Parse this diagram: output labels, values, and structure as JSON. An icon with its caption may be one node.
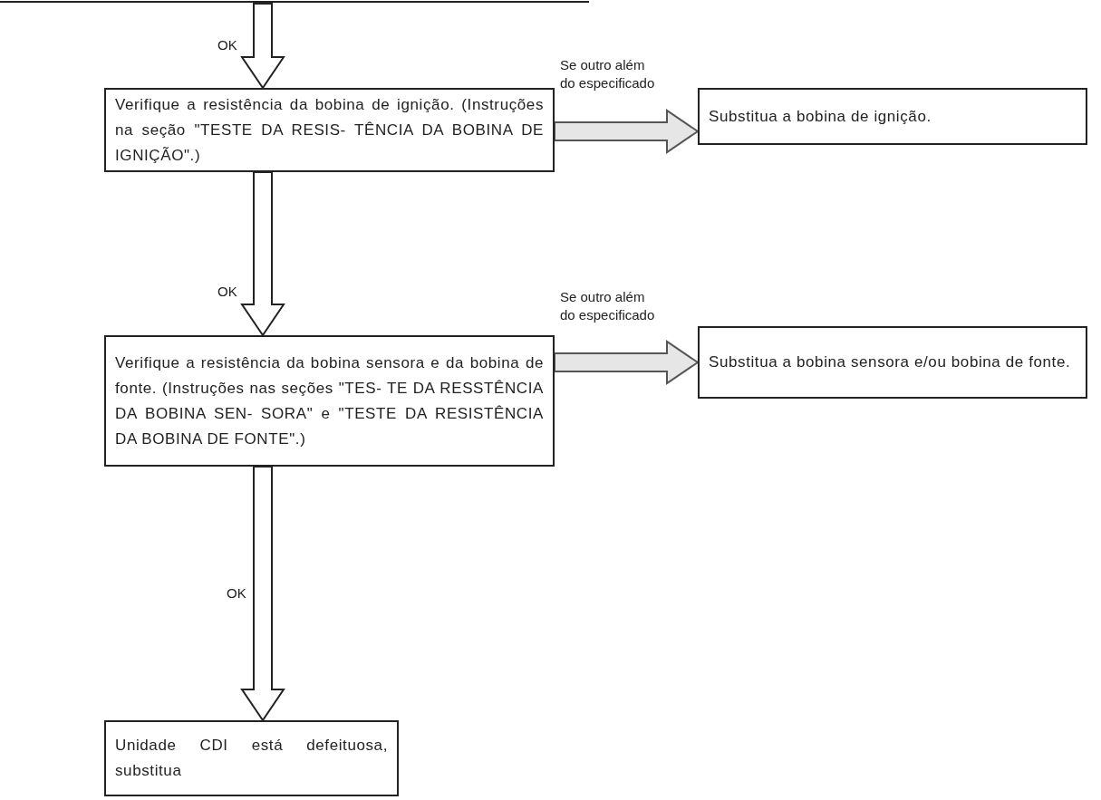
{
  "diagram": {
    "nodes": [
      {
        "text": [
          "Verifique a resistência da bobina de ignição. (Instruções na seção \"TESTE DA RESIS- TÊNCIA DA BOBINA DE IGNIÇÃO\".)"
        ]
      },
      {
        "text": [
          "Substitua a bobina de ignição."
        ]
      },
      {
        "text": [
          "Verifique a resistência da bobina sensora e da bobina de fonte. (Instruções nas seções \"TES- TE DA RESSTÊNCIA DA BOBINA SEN- SORA\" e \"TESTE DA RESISTÊNCIA DA BOBINA DE FONTE\".)"
        ]
      },
      {
        "text": [
          "Substitua a bobina sensora e/ou bobina de fonte."
        ]
      },
      {
        "text": [
          "Unidade CDI está defeituosa, substitua"
        ]
      }
    ],
    "edges": [
      {
        "from": null,
        "to": 0,
        "arrow": "to",
        "label": "OK",
        "style": "thick"
      },
      {
        "from": 0,
        "to": 1,
        "arrow": "to",
        "label": "Se outro além do especificado",
        "style": "thick",
        "color": "#b5b5b5"
      },
      {
        "from": 0,
        "to": 2,
        "arrow": "to",
        "label": "OK",
        "style": "thick"
      },
      {
        "from": 2,
        "to": 3,
        "arrow": "to",
        "label": "Se outro além do especificado",
        "style": "thick",
        "color": "#b5b5b5"
      },
      {
        "from": 2,
        "to": 4,
        "arrow": "to",
        "label": "OK",
        "style": "thick"
      }
    ]
  }
}
